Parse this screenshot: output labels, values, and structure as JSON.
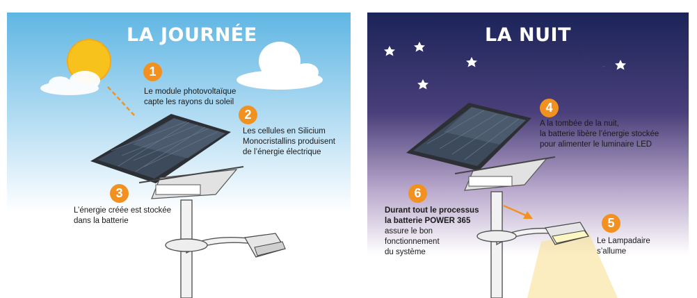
{
  "day": {
    "title": "LA JOURNÉE",
    "steps": [
      {
        "num": "1",
        "text": "Le module photovoltaïque\ncapte les rayons du soleil"
      },
      {
        "num": "2",
        "text": "Les cellules en Silicium\nMonocristallins produisent\nde l’énergie électrique"
      },
      {
        "num": "3",
        "text": "L’énergie créée est stockée\ndans la batterie"
      }
    ]
  },
  "night": {
    "title": "LA NUIT",
    "steps": [
      {
        "num": "4",
        "text": "A la tombée de la nuit,\nla batterie libère l’énergie stockée\npour alimenter le luminaire LED"
      },
      {
        "num": "5",
        "text": "Le Lampadaire\ns’allume"
      },
      {
        "num": "6",
        "bold": "Durant tout le processus\nla batterie POWER 365",
        "text": "assure le bon\nfonctionnement\ndu système"
      }
    ]
  },
  "colors": {
    "accent": "#f29120",
    "sky_day": "#5fb6e3",
    "sky_night": "#1b2458",
    "sun": "#f8c21c"
  }
}
